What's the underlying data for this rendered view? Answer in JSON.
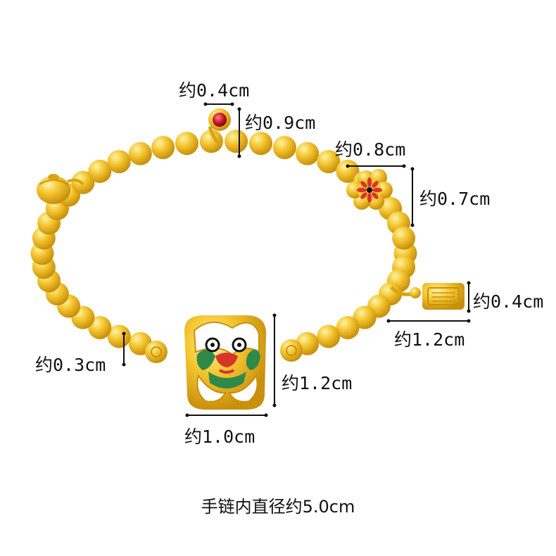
{
  "product": {
    "caption": "手链内直径约5.0cm"
  },
  "dimensions": {
    "ruby_width": "约0.4cm",
    "ruby_height": "约0.9cm",
    "flower_width": "约0.8cm",
    "flower_height": "约0.7cm",
    "tag_height": "约0.4cm",
    "tag_width": "约1.2cm",
    "bead_size": "约0.3cm",
    "lion_height": "约1.2cm",
    "lion_width": "约1.0cm"
  },
  "colors": {
    "gold": "#f2c12e",
    "gold_dark": "#d9a411",
    "enamel_red": "#d8352a",
    "enamel_green": "#2f8a4a",
    "enamel_white": "#ffffff"
  }
}
